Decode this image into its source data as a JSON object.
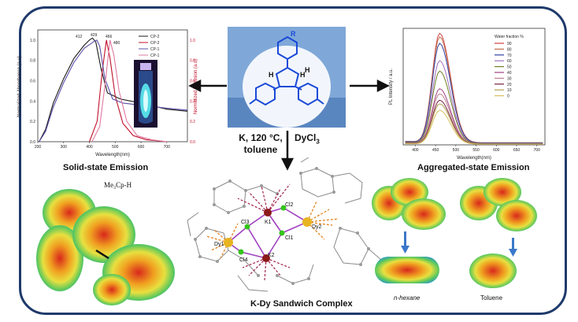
{
  "captions": {
    "solid": "Solid-state Emission",
    "aggregated": "Aggregated-state Emission",
    "complex": "K-Dy Sandwich Complex"
  },
  "conditions": {
    "line1": "K, 120 °C,",
    "line2": "toluene",
    "reagent": "DyCl",
    "reagent_sub": "3"
  },
  "molecule_labels": {
    "R": "R",
    "H1": "H",
    "H2": "H",
    "H3": "H"
  },
  "esp_left_label": "Me₃Cp-H",
  "solvent_labels": {
    "hexane": "n-hexane",
    "toluene": "Toluene"
  },
  "complex_atoms": {
    "K1": "K1",
    "K2": "K2",
    "Dy1": "Dy1",
    "Dy2": "Dy2",
    "Cl1": "Cl1",
    "Cl2": "Cl2",
    "Cl3": "Cl3",
    "Cl4": "Cl4"
  },
  "colors": {
    "frame": "#1f3a6b",
    "dy": "#e8b422",
    "k": "#8b1a1a",
    "cl": "#35c41c"
  },
  "chart_data": [
    {
      "type": "line",
      "xlabel": "Wavelength(nm)",
      "ylabel": "Normalized Absorbance (a.u)",
      "y2label": "Normalized Emission (a.u)",
      "xticks": [
        "200",
        "300",
        "400",
        "500",
        "600",
        "700"
      ],
      "yticks": [
        "0.0",
        "0.2",
        "0.4",
        "0.6",
        "0.8",
        "1.0"
      ],
      "y2ticks": [
        "0.0",
        "0.2",
        "0.4",
        "0.6",
        "0.8",
        "1.0"
      ],
      "peak_labels": [
        "412",
        "429",
        "466",
        "480"
      ],
      "legend": [
        "CP-2",
        "CP-2",
        "CP-1",
        "CP-1"
      ],
      "xlim": [
        200,
        780
      ],
      "series": [
        {
          "name": "CP-2",
          "kind": "absorbance",
          "color": "#1a1a1a",
          "x": [
            205,
            230,
            260,
            300,
            340,
            380,
            400,
            412,
            425,
            445,
            470,
            520,
            600,
            700,
            780
          ],
          "y": [
            0.0,
            0.12,
            0.38,
            0.62,
            0.82,
            0.95,
            1.0,
            1.02,
            0.98,
            0.72,
            0.48,
            0.42,
            0.38,
            0.32,
            0.3
          ]
        },
        {
          "name": "CP-2",
          "kind": "emission",
          "color": "#c0102a",
          "x": [
            400,
            430,
            450,
            466,
            480,
            500,
            530,
            570,
            620,
            700
          ],
          "y": [
            0.0,
            0.2,
            0.7,
            1.0,
            0.82,
            0.45,
            0.18,
            0.06,
            0.02,
            0.0
          ]
        },
        {
          "name": "CP-1",
          "kind": "absorbance",
          "color": "#5a4fa8",
          "x": [
            205,
            230,
            260,
            300,
            340,
            380,
            420,
            429,
            440,
            460,
            490,
            530,
            600,
            700,
            780
          ],
          "y": [
            0.0,
            0.1,
            0.34,
            0.58,
            0.78,
            0.92,
            0.99,
            1.0,
            0.94,
            0.62,
            0.42,
            0.38,
            0.36,
            0.33,
            0.31
          ]
        },
        {
          "name": "CP-1",
          "kind": "emission",
          "color": "#e07aa0",
          "x": [
            410,
            440,
            460,
            480,
            495,
            515,
            545,
            585,
            640,
            700
          ],
          "y": [
            0.0,
            0.15,
            0.55,
            1.0,
            0.85,
            0.5,
            0.2,
            0.06,
            0.02,
            0.0
          ]
        }
      ]
    },
    {
      "type": "line",
      "xlabel": "Wavelength(nm)",
      "ylabel": "PL Intensity / a.u.",
      "legend_title": "Water fraction %",
      "xticks": [
        "400",
        "450",
        "500",
        "550",
        "600",
        "650",
        "700"
      ],
      "xlim": [
        370,
        720
      ],
      "ylim": [
        0,
        330
      ],
      "series": [
        {
          "name": "90",
          "color": "#d04040",
          "peak": 310
        },
        {
          "name": "80",
          "color": "#c07050",
          "peak": 300
        },
        {
          "name": "70",
          "color": "#3040a0",
          "peak": 282
        },
        {
          "name": "60",
          "color": "#a070c0",
          "peak": 234
        },
        {
          "name": "50",
          "color": "#708020",
          "peak": 205
        },
        {
          "name": "40",
          "color": "#a04080",
          "peak": 156
        },
        {
          "name": "30",
          "color": "#c08090",
          "peak": 142
        },
        {
          "name": "20",
          "color": "#7a2040",
          "peak": 124
        },
        {
          "name": "10",
          "color": "#b0a050",
          "peak": 114
        },
        {
          "name": "0",
          "color": "#d8c060",
          "peak": 96
        }
      ]
    }
  ]
}
